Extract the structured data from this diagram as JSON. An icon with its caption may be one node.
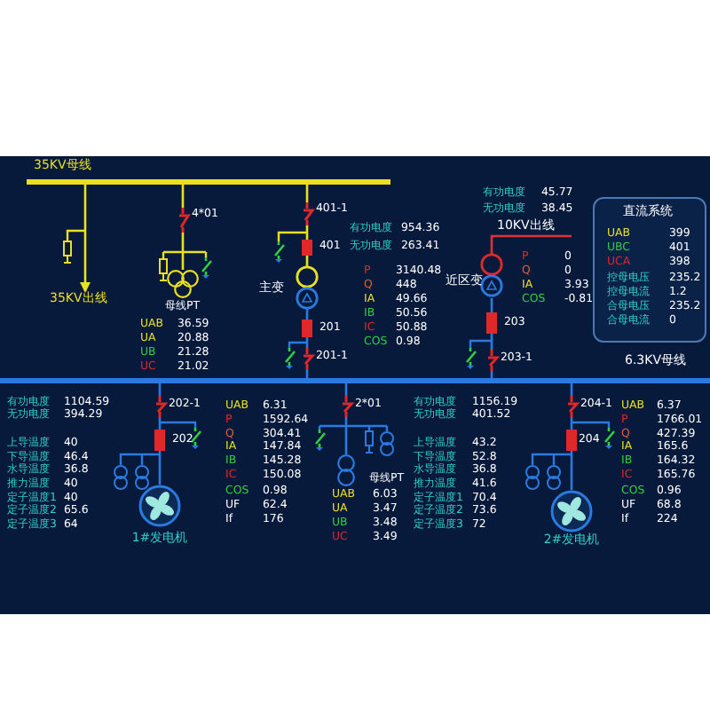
{
  "diagram": {
    "nodes": [
      {
        "text": [
          "35KV母线"
        ]
      },
      {
        "text": [
          "35KV出线"
        ]
      },
      {
        "text": [
          "4*01"
        ]
      },
      {
        "text": [
          "母线PT"
        ]
      },
      {
        "text": [
          "401-1"
        ]
      },
      {
        "text": [
          "401"
        ]
      },
      {
        "text": [
          "主变"
        ]
      },
      {
        "text": [
          "201"
        ]
      },
      {
        "text": [
          "201-1"
        ]
      },
      {
        "text": [
          "6.3KV母线"
        ]
      },
      {
        "text": [
          "10KV出线"
        ]
      },
      {
        "text": [
          "近区变"
        ]
      },
      {
        "text": [
          "203"
        ]
      },
      {
        "text": [
          "203-1"
        ]
      },
      {
        "text": [
          "202-1"
        ]
      },
      {
        "text": [
          "202"
        ]
      },
      {
        "text": [
          "1#发电机"
        ]
      },
      {
        "text": [
          "2*01"
        ]
      },
      {
        "text": [
          "母线PT"
        ]
      },
      {
        "text": [
          "204-1"
        ]
      },
      {
        "text": [
          "204"
        ]
      },
      {
        "text": [
          "2#发电机"
        ]
      },
      {
        "text": [
          "直流系统",
          "UAB",
          "399",
          "UBC",
          "401",
          "UCA",
          "398",
          "控母电压",
          "235.2",
          "控母电流",
          "1.2",
          "合母电压",
          "235.2",
          "合母电流",
          "0"
        ]
      }
    ],
    "edges": [
      {
        "from": 0,
        "to": 1,
        "arrow": "to",
        "color": "#e8e020"
      },
      {
        "from": 0,
        "to": 2,
        "arrow": "none",
        "color": "#e8e020"
      },
      {
        "from": 2,
        "to": 3,
        "arrow": "none",
        "color": "#e8e020"
      },
      {
        "from": 0,
        "to": 4,
        "arrow": "none",
        "color": "#e8e020"
      },
      {
        "from": 4,
        "to": 5,
        "arrow": "none",
        "color": "#e8e020"
      },
      {
        "from": 5,
        "to": 6,
        "arrow": "none",
        "color": "#e8e020"
      },
      {
        "from": 6,
        "to": 7,
        "arrow": "none"
      },
      {
        "from": 7,
        "to": 8,
        "arrow": "none"
      },
      {
        "from": 8,
        "to": 9,
        "arrow": "none"
      },
      {
        "from": 11,
        "to": 10,
        "arrow": "none",
        "color": "#e03030"
      },
      {
        "from": 11,
        "to": 12,
        "arrow": "none"
      },
      {
        "from": 12,
        "to": 13,
        "arrow": "none"
      },
      {
        "from": 13,
        "to": 9,
        "arrow": "none"
      },
      {
        "from": 9,
        "to": 14,
        "arrow": "none"
      },
      {
        "from": 14,
        "to": 15,
        "arrow": "none"
      },
      {
        "from": 15,
        "to": 16,
        "arrow": "none"
      },
      {
        "from": 9,
        "to": 17,
        "arrow": "none"
      },
      {
        "from": 17,
        "to": 18,
        "arrow": "none"
      },
      {
        "from": 9,
        "to": 19,
        "arrow": "none"
      },
      {
        "from": 19,
        "to": 20,
        "arrow": "none"
      },
      {
        "from": 20,
        "to": 21,
        "arrow": "none"
      }
    ],
    "labels": [
      "有功电度",
      "45.77",
      "无功电度",
      "38.45",
      "有功电度",
      "954.36",
      "无功电度",
      "263.41",
      "P",
      "3140.48",
      "Q",
      "448",
      "IA",
      "49.66",
      "IB",
      "50.56",
      "IC",
      "50.88",
      "COS",
      "0.98",
      "P",
      "0",
      "Q",
      "0",
      "IA",
      "3.93",
      "COS",
      "-0.81",
      "UAB",
      "36.59",
      "UA",
      "20.88",
      "UB",
      "21.28",
      "UC",
      "21.02",
      "有功电度",
      "1104.59",
      "无功电度",
      "394.29",
      "上导温度",
      "40",
      "下导温度",
      "46.4",
      "水导温度",
      "36.8",
      "推力温度",
      "40",
      "定子温度1",
      "40",
      "定子温度2",
      "65.6",
      "定子温度3",
      "64",
      "UAB",
      "6.31",
      "P",
      "1592.64",
      "Q",
      "304.41",
      "IA",
      "147.84",
      "IB",
      "145.28",
      "IC",
      "150.08",
      "COS",
      "0.98",
      "UF",
      "62.4",
      "If",
      "176",
      "UAB",
      "6.03",
      "UA",
      "3.47",
      "UB",
      "3.48",
      "UC",
      "3.49",
      "有功电度",
      "1156.19",
      "无功电度",
      "401.52",
      "上导温度",
      "43.2",
      "下导温度",
      "52.8",
      "水导温度",
      "36.8",
      "推力温度",
      "41.6",
      "定子温度1",
      "70.4",
      "定子温度2",
      "73.6",
      "定子温度3",
      "72",
      "UAB",
      "6.37",
      "P",
      "1766.01",
      "Q",
      "427.39",
      "IA",
      "165.6",
      "IB",
      "164.32",
      "IC",
      "165.76",
      "COS",
      "0.96",
      "UF",
      "68.8",
      "If",
      "224"
    ]
  }
}
